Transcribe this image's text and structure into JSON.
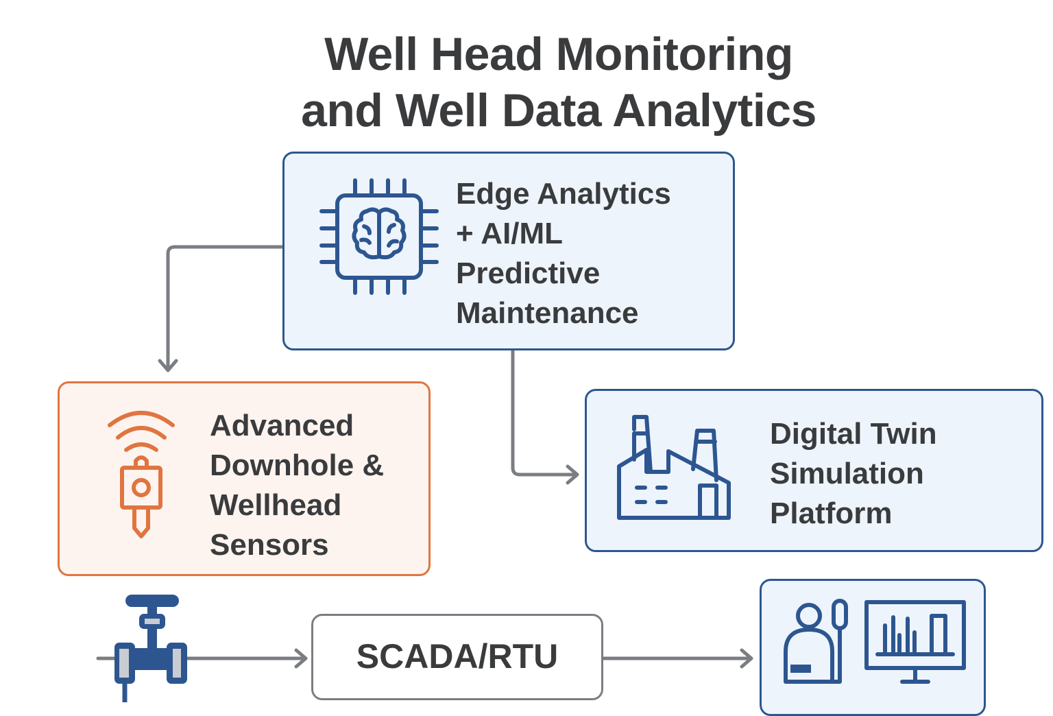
{
  "title": {
    "line1": "Well Head Monitoring",
    "line2": "and Well Data Analytics"
  },
  "nodes": {
    "edge_analytics": {
      "lines": [
        "Edge Analytics",
        "+ AI/ML",
        "Predictive",
        "Maintenance"
      ],
      "icon": "chip-brain-icon"
    },
    "sensors": {
      "lines": [
        "Advanced",
        "Downhole &",
        "Wellhead",
        "Sensors"
      ],
      "icon": "wireless-sensor-icon"
    },
    "digital_twin": {
      "lines": [
        "Digital Twin",
        "Simulation",
        "Platform"
      ],
      "icon": "factory-icon"
    },
    "scada": {
      "label": "SCADA/RTU"
    },
    "operator_dashboard": {
      "icon": "operator-dashboard-icon"
    },
    "wellhead_valve": {
      "icon": "valve-icon"
    }
  },
  "colors": {
    "primary_blue": "#2d5690",
    "blue_fill": "#edf4fc",
    "orange": "#e07540",
    "orange_fill": "#fdf4ef",
    "connector_gray": "#7a7d82",
    "text": "#3a3b3d"
  }
}
